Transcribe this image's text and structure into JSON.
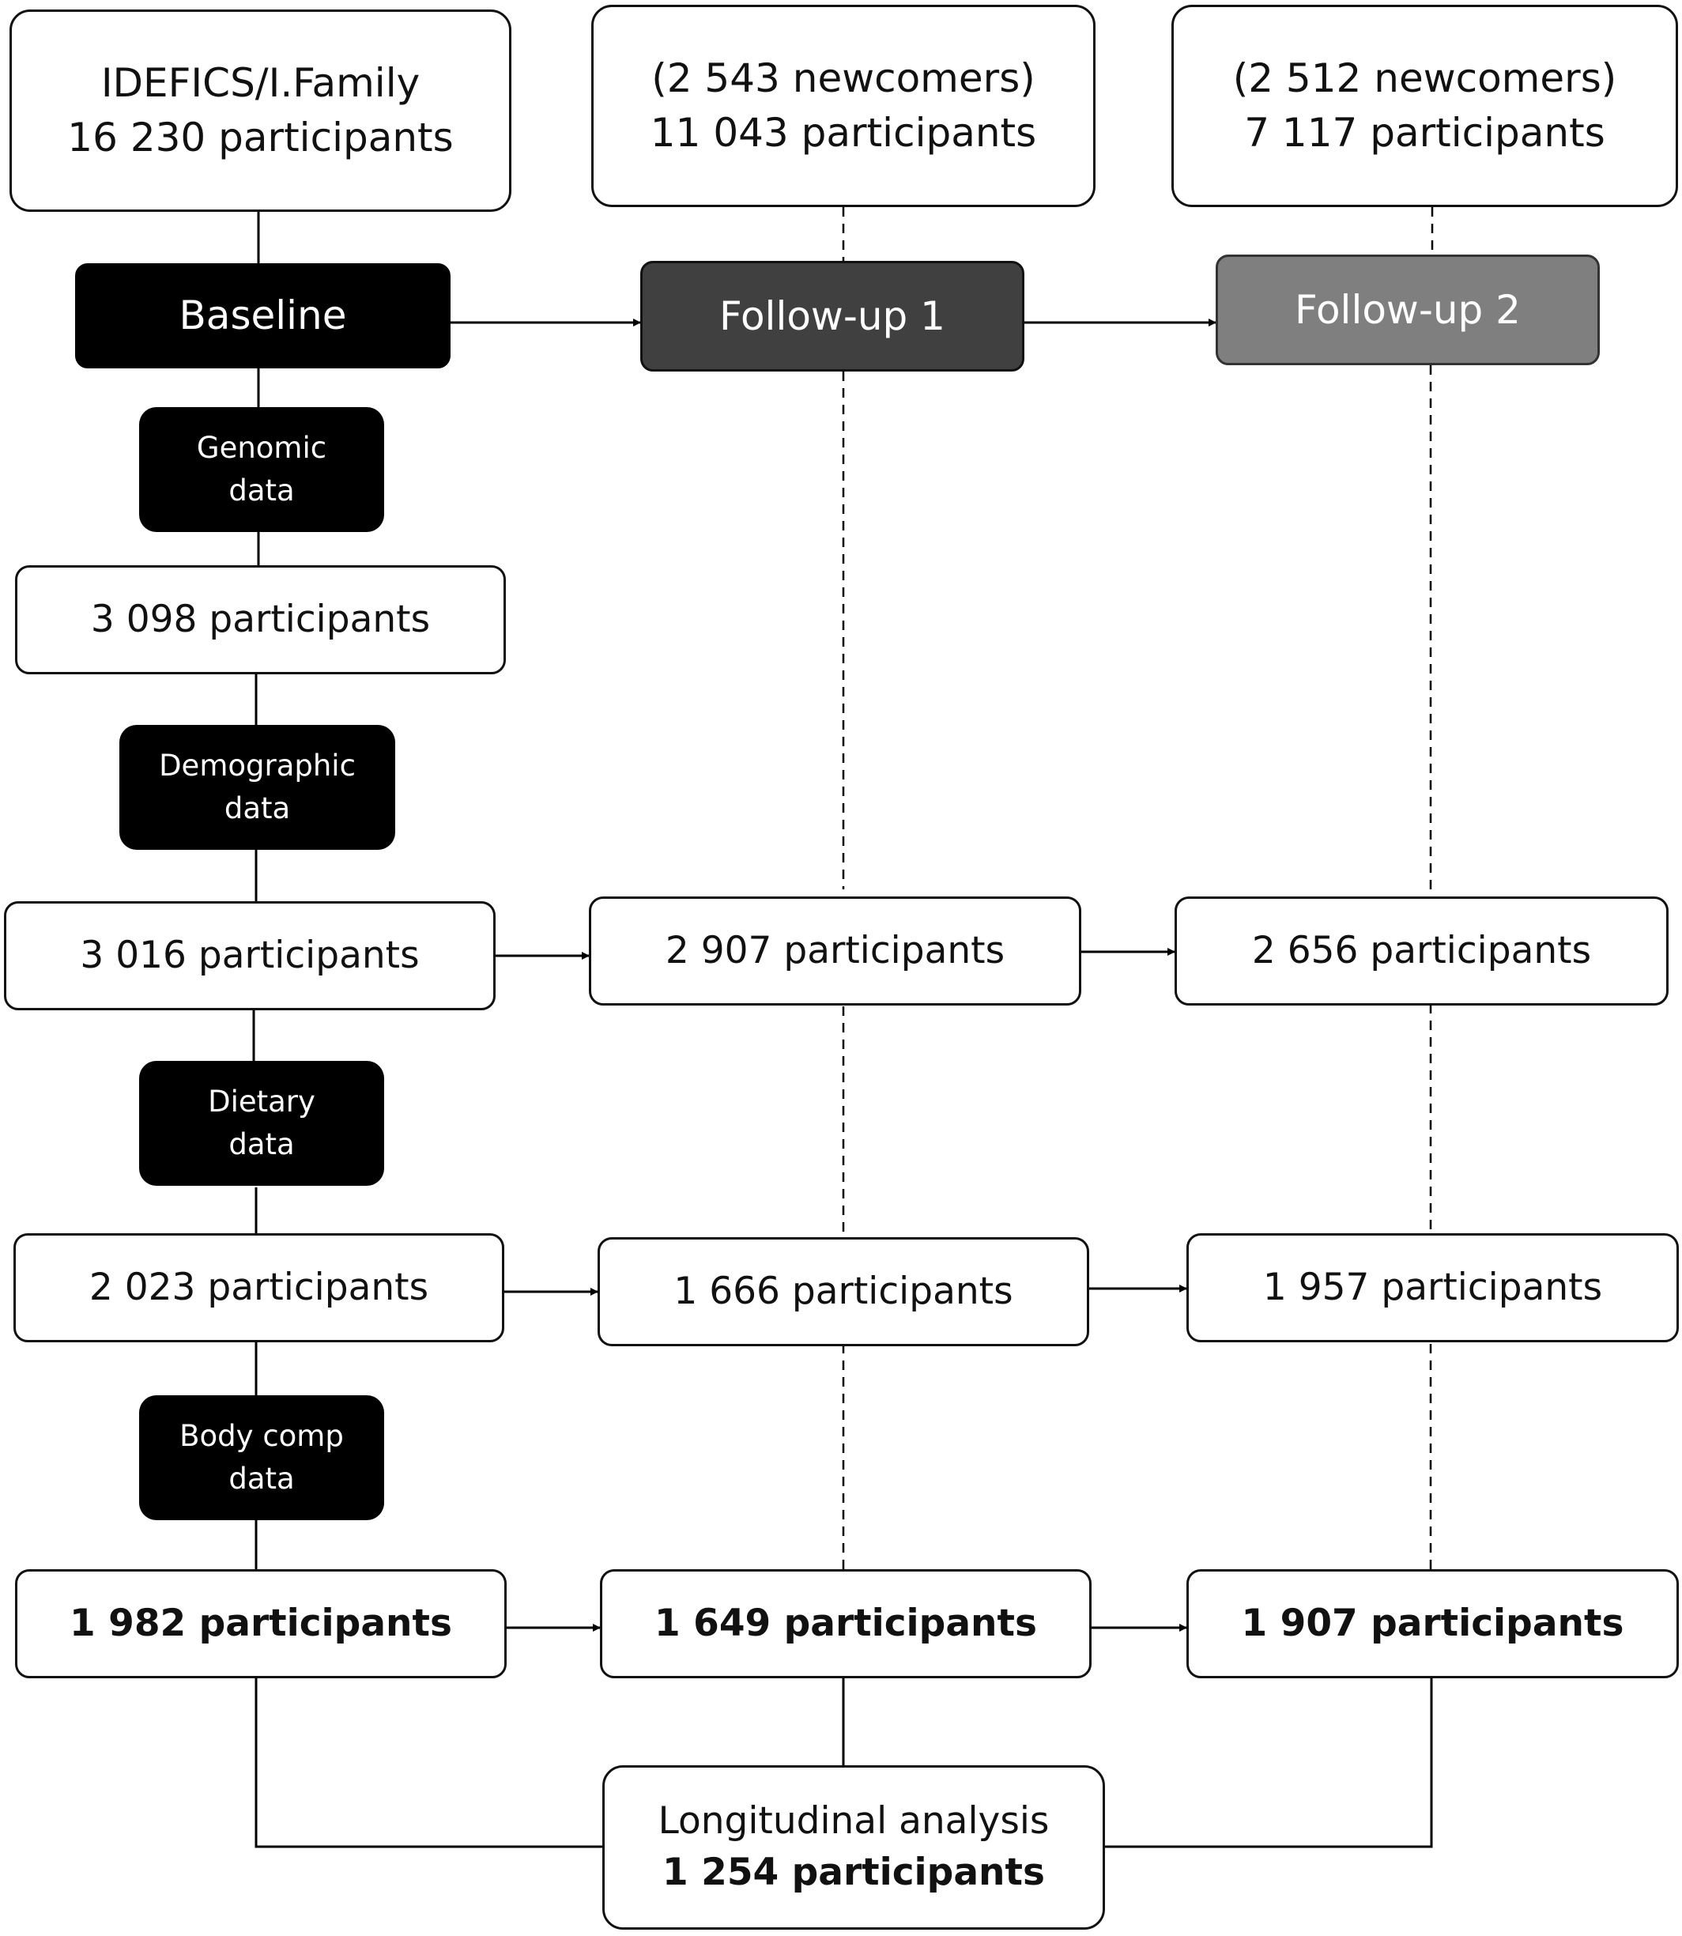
{
  "top": {
    "baseline": {
      "line1": "IDEFICS/I.Family",
      "line2": "16 230 participants"
    },
    "followup1": {
      "line1": "(2 543 newcomers)",
      "line2": "11 043 participants"
    },
    "followup2": {
      "line1": "(2 512 newcomers)",
      "line2": "7 117 participants"
    }
  },
  "waves": {
    "baseline": "Baseline",
    "followup1": "Follow-up 1",
    "followup2": "Follow-up 2"
  },
  "wave_colors": {
    "baseline": "#000000",
    "followup1": "#404040",
    "followup2": "#7f7f7f"
  },
  "categories": {
    "genomic": {
      "line1": "Genomic",
      "line2": "data"
    },
    "demographic": {
      "line1": "Demographic",
      "line2": "data"
    },
    "dietary": {
      "line1": "Dietary",
      "line2": "data"
    },
    "bodycomp": {
      "line1": "Body comp",
      "line2": "data"
    }
  },
  "counts": {
    "genomic_baseline": "3 098 participants",
    "demographic": {
      "baseline": "3 016 participants",
      "followup1": "2 907 participants",
      "followup2": "2 656 participants"
    },
    "dietary": {
      "baseline": "2 023 participants",
      "followup1": "1 666 participants",
      "followup2": "1 957 participants"
    },
    "bodycomp": {
      "baseline": "1 982 participants",
      "followup1": "1 649 participants",
      "followup2": "1 907 participants"
    }
  },
  "longitudinal": {
    "line1": "Longitudinal analysis",
    "line2": "1 254 participants"
  }
}
